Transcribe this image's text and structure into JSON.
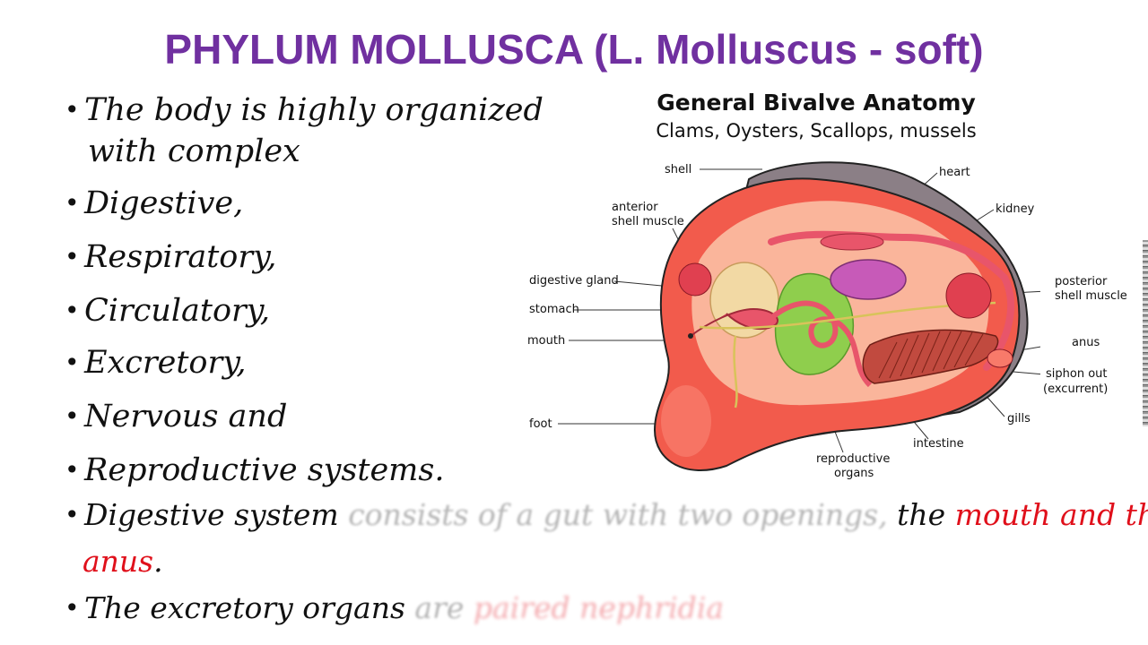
{
  "slide": {
    "title": "PHYLUM MOLLUSCA (L. Molluscus - soft)",
    "bullet_symbol": "•",
    "bullets": [
      {
        "line1": "The body is highly organized",
        "line2": "with complex"
      },
      {
        "text": "Digestive,"
      },
      {
        "text": "Respiratory,"
      },
      {
        "text": "Circulatory,"
      },
      {
        "text": "Excretory,"
      },
      {
        "text": "Nervous and"
      },
      {
        "text": "Reproductive systems."
      }
    ],
    "digestive": {
      "start": "Digestive system",
      "faded": "consists of a gut with two openings,",
      "mid": "the",
      "red1": "mouth and the",
      "red2": "anus",
      "end": "."
    },
    "excretory": {
      "start": "The excretory organs",
      "faded": "are",
      "faded_red": "paired nephridia"
    }
  },
  "diagram": {
    "title": "General Bivalve Anatomy",
    "subtitle": "Clams, Oysters, Scallops, mussels",
    "labels": {
      "shell": "shell",
      "heart": "heart",
      "anterior_1": "anterior",
      "anterior_2": "shell muscle",
      "kidney": "kidney",
      "digestive_gland": "digestive gland",
      "posterior_1": "posterior",
      "posterior_2": "shell muscle",
      "stomach": "stomach",
      "mouth": "mouth",
      "anus": "anus",
      "siphon_1": "siphon out",
      "siphon_2": "(excurrent)",
      "gills": "gills",
      "foot": "foot",
      "intestine": "intestine",
      "repro_1": "reproductive",
      "repro_2": "organs"
    },
    "colors": {
      "body": "#f25b4c",
      "body_light": "#fbbfa4",
      "shell": "#8b7f86",
      "heart": "#e8556a",
      "kidney": "#c75ab8",
      "digestive_gland": "#f2d9a4",
      "reproductive": "#8fce4d",
      "gills": "#c14a3f",
      "muscle": "#e04050"
    }
  }
}
